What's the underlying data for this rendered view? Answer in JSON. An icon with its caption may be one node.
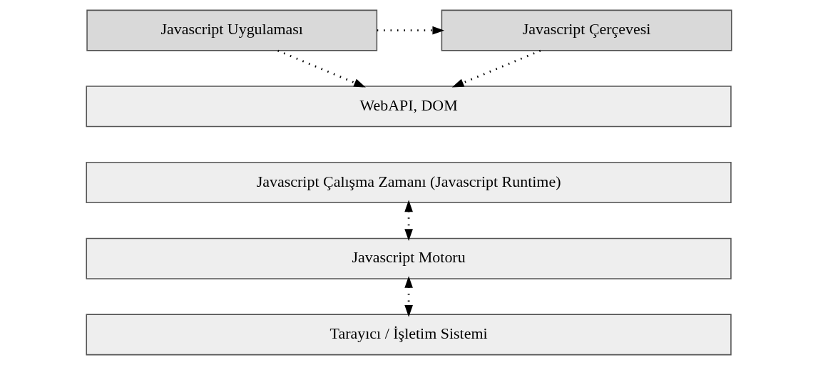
{
  "diagram": {
    "nodes": [
      {
        "text": [
          "Javascript Uygulaması"
        ]
      },
      {
        "text": [
          "Javascript Çerçevesi"
        ]
      },
      {
        "text": [
          "WebAPI, DOM"
        ]
      },
      {
        "text": [
          "Javascript Çalışma Zamanı (Javascript Runtime)"
        ]
      },
      {
        "text": [
          "Javascript Motoru"
        ]
      },
      {
        "text": [
          "Tarayıcı / İşletim Sistemi"
        ]
      }
    ],
    "edges": [
      {
        "from": 0,
        "to": 1,
        "arrow": "to",
        "style": "dashed"
      },
      {
        "from": 0,
        "to": 2,
        "arrow": "to",
        "style": "dashed"
      },
      {
        "from": 1,
        "to": 2,
        "arrow": "to",
        "style": "dashed"
      },
      {
        "from": 3,
        "to": 4,
        "arrow": "both",
        "style": "dashed"
      },
      {
        "from": 4,
        "to": 5,
        "arrow": "both",
        "style": "dashed"
      }
    ]
  }
}
